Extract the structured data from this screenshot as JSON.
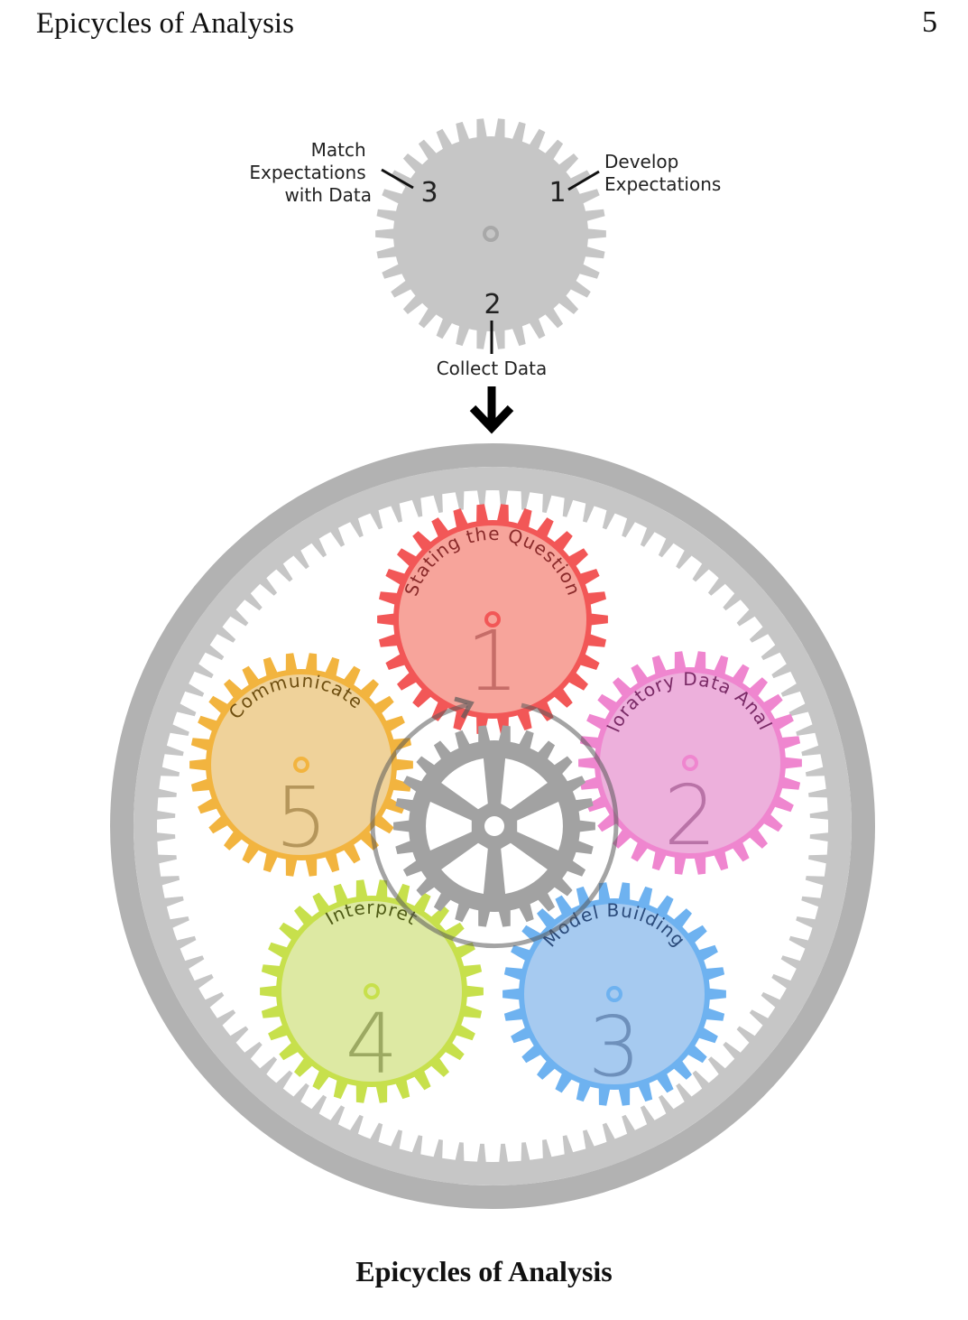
{
  "header": {
    "running_title": "Epicycles of Analysis",
    "page_number": "5"
  },
  "small_gear": {
    "step1_number": "1",
    "step1_label_line1": "Develop",
    "step1_label_line2": "Expectations",
    "step2_number": "2",
    "step2_label": "Collect Data",
    "step3_number": "3",
    "step3_label_line1": "Match",
    "step3_label_line2": "Expectations",
    "step3_label_line3": "with Data"
  },
  "gears": [
    {
      "number": "1",
      "label": "Stating the Question",
      "tooth_color": "#f25757",
      "fill_color": "#f7a49b",
      "text_color": "#8a2a2a"
    },
    {
      "number": "2",
      "label": "Exploratory Data Analysis",
      "tooth_color": "#ef86cf",
      "fill_color": "#edb0dc",
      "text_color": "#7a2a66"
    },
    {
      "number": "3",
      "label": "Model Building",
      "tooth_color": "#6eb2f0",
      "fill_color": "#a6caf0",
      "text_color": "#2a4a7a"
    },
    {
      "number": "4",
      "label": "Interpret",
      "tooth_color": "#c7e04c",
      "fill_color": "#dde9a3",
      "text_color": "#4e5a14"
    },
    {
      "number": "5",
      "label": "Communicate",
      "tooth_color": "#f2b43f",
      "fill_color": "#efd29a",
      "text_color": "#6e4e10"
    }
  ],
  "colors": {
    "gear_gray": "#c6c6c6",
    "ring_dark": "#b2b2b2",
    "center_gray": "#a2a2a2"
  },
  "caption": "Epicycles of Analysis"
}
